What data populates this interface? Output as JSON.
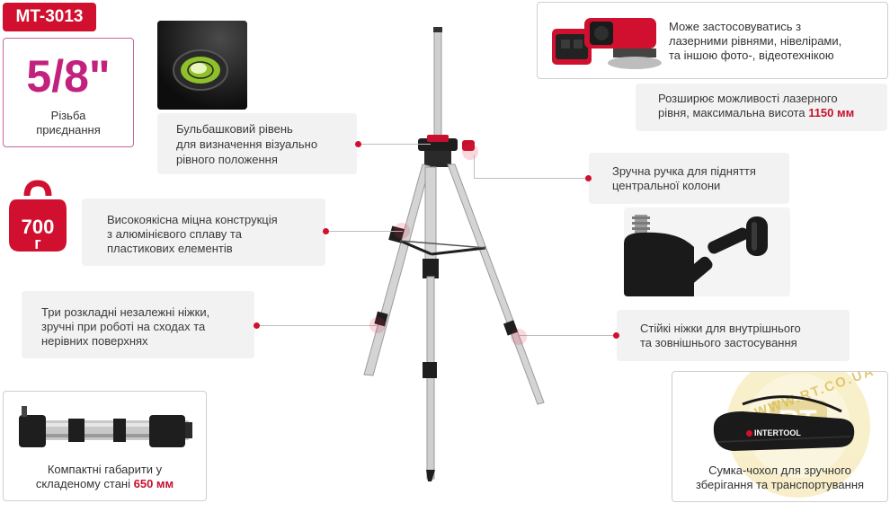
{
  "model": "MT-3013",
  "thread": {
    "value": "5/8\"",
    "label_line1": "Різьба",
    "label_line2": "приєднання"
  },
  "weight": {
    "value": "700",
    "unit": "г"
  },
  "features": {
    "bubble": {
      "line1": "Бульбашковий рівень",
      "line2": "для визначення візуально",
      "line3": "рівного положення"
    },
    "construction": {
      "line1": "Високоякісна міцна конструкція",
      "line2": "з алюмінієвого сплаву та",
      "line3": "пластикових елементів"
    },
    "legs": {
      "line1": "Три розкладні незалежні ніжки,",
      "line2": "зручні при роботі на сходах та",
      "line3": "нерівних поверхнях"
    },
    "compact": {
      "line1": "Компактні габарити у",
      "line2_prefix": "складеному стані ",
      "line2_value": "650 мм"
    },
    "compat": {
      "line1": "Може застосовуватись з",
      "line2": "лазерними рівнями, нівелірами,",
      "line3": "та іншою фото-, відеотехнікою"
    },
    "extends": {
      "line1": "Розширює можливості лазерного",
      "line2_prefix": "рівня, максимальна висота ",
      "line2_value": "1150 мм"
    },
    "handle": {
      "line1": "Зручна ручка для підняття",
      "line2": "центральної колони"
    },
    "sturdy": {
      "line1": "Стійкі ніжки для внутрішнього",
      "line2": "та зовнішнього застосування"
    },
    "bag": {
      "line1": "Сумка-чохол для зручного",
      "line2": "зберігання та транспортування",
      "brand": "INTERTOOL"
    }
  },
  "watermark": {
    "text": "WWW.RT.CO.UA",
    "logo": "RT"
  },
  "colors": {
    "accent": "#c8102e",
    "panel": "#f2f2f2"
  }
}
